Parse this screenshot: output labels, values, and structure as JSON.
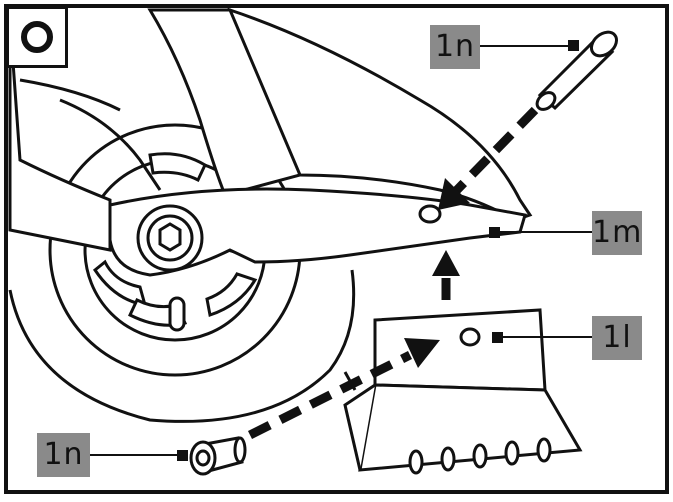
{
  "step_symbol": "O",
  "callouts": {
    "pin_top": "1n",
    "brake_housing": "1m",
    "brake_pad": "1l",
    "bolt_bottom": "1n"
  },
  "colors": {
    "callout_bg": "#8a8a8a",
    "line": "#111111"
  }
}
